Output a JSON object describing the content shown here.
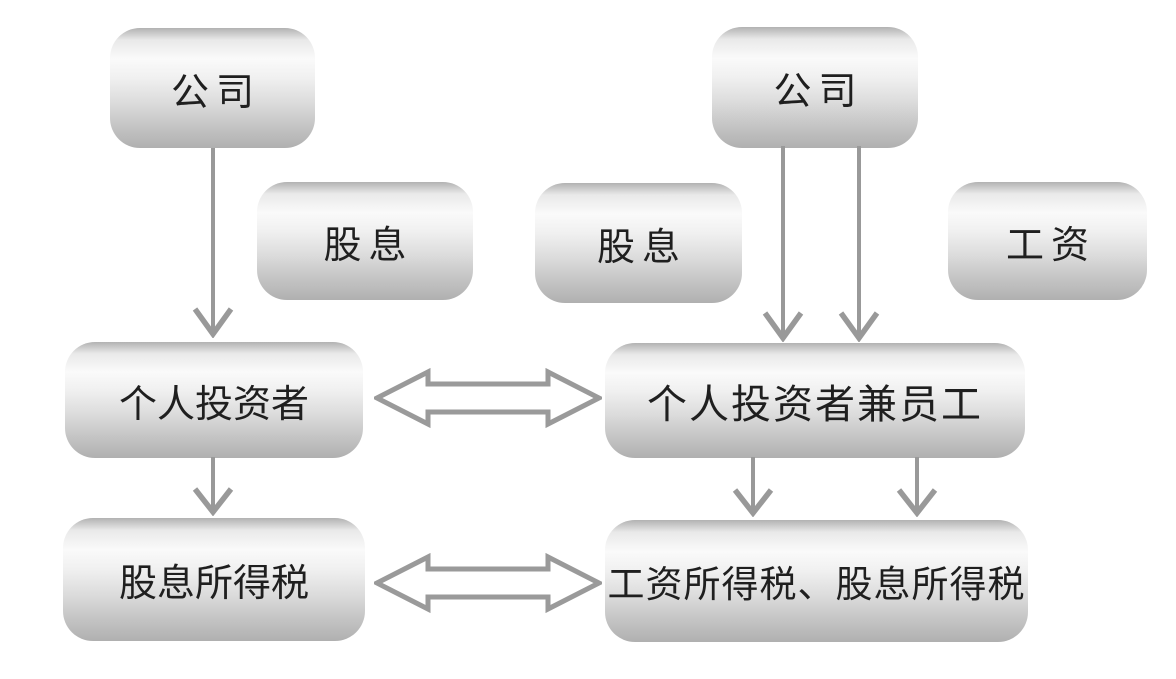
{
  "diagram": {
    "type": "flowchart",
    "background": "#ffffff",
    "colors": {
      "node_gradient_top": "#b2b2b2",
      "node_gradient_light": "#fafafa",
      "node_gradient_bottom": "#b0b0b0",
      "arrow": "#999999",
      "double_arrow_outline": "#9a9a9a",
      "double_arrow_fill": "#ffffff",
      "text": "#1f1f1f"
    },
    "left_flow": {
      "company": "公司",
      "dividend_label": "股息",
      "investor": "个人投资者",
      "tax": "股息所得税"
    },
    "right_flow": {
      "company": "公司",
      "dividend_label": "股息",
      "wage_label": "工资",
      "investor_employee": "个人投资者兼员工",
      "tax": "工资所得税、股息所得税"
    },
    "relations": [
      "公司 → 个人投资者 (股息)",
      "个人投资者 → 股息所得税",
      "公司 → 个人投资者兼员工 (股息, 工资)",
      "个人投资者兼员工 → 工资所得税、股息所得税",
      "个人投资者 ↔ 个人投资者兼员工",
      "股息所得税 ↔ 工资所得税、股息所得税"
    ]
  }
}
